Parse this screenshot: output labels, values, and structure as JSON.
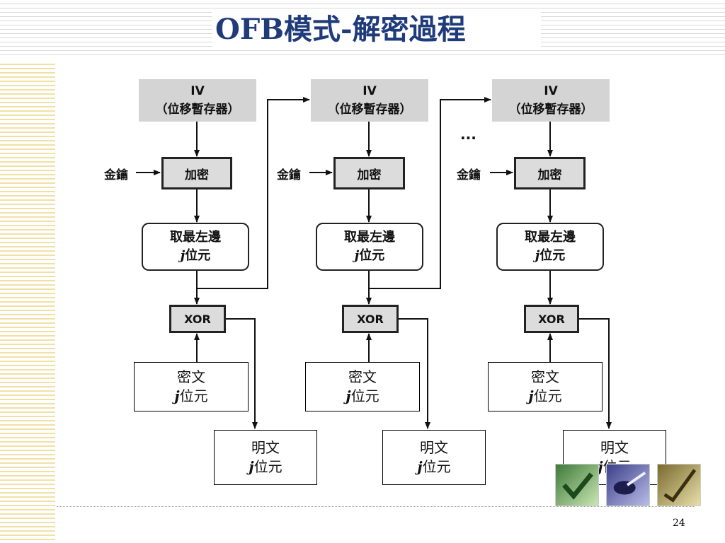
{
  "title": "OFB模式-解密過程",
  "page_number": "24",
  "ellipsis": "...",
  "stages": [
    {
      "iv_line1": "IV",
      "iv_line2": "（位移暫存器）",
      "key_label": "金鑰",
      "encrypt_label": "加密",
      "select_line1": "取最左邊",
      "select_var": "j",
      "select_unit": "位元",
      "xor_label": "XOR",
      "cipher_line1": "密文",
      "cipher_var": "j",
      "cipher_unit": "位元",
      "plain_line1": "明文",
      "plain_var": "j",
      "plain_unit": "位元"
    },
    {
      "iv_line1": "IV",
      "iv_line2": "（位移暫存器）",
      "key_label": "金鑰",
      "encrypt_label": "加密",
      "select_line1": "取最左邊",
      "select_var": "j",
      "select_unit": "位元",
      "xor_label": "XOR",
      "cipher_line1": "密文",
      "cipher_var": "j",
      "cipher_unit": "位元",
      "plain_line1": "明文",
      "plain_var": "j",
      "plain_unit": "位元"
    },
    {
      "iv_line1": "IV",
      "iv_line2": "（位移暫存器）",
      "key_label": "金鑰",
      "encrypt_label": "加密",
      "select_line1": "取最左邊",
      "select_var": "j",
      "select_unit": "位元",
      "xor_label": "XOR",
      "cipher_line1": "密文",
      "cipher_var": "j",
      "cipher_unit": "位元",
      "plain_line1": "明文",
      "plain_var": "j",
      "plain_unit": "位元"
    }
  ]
}
